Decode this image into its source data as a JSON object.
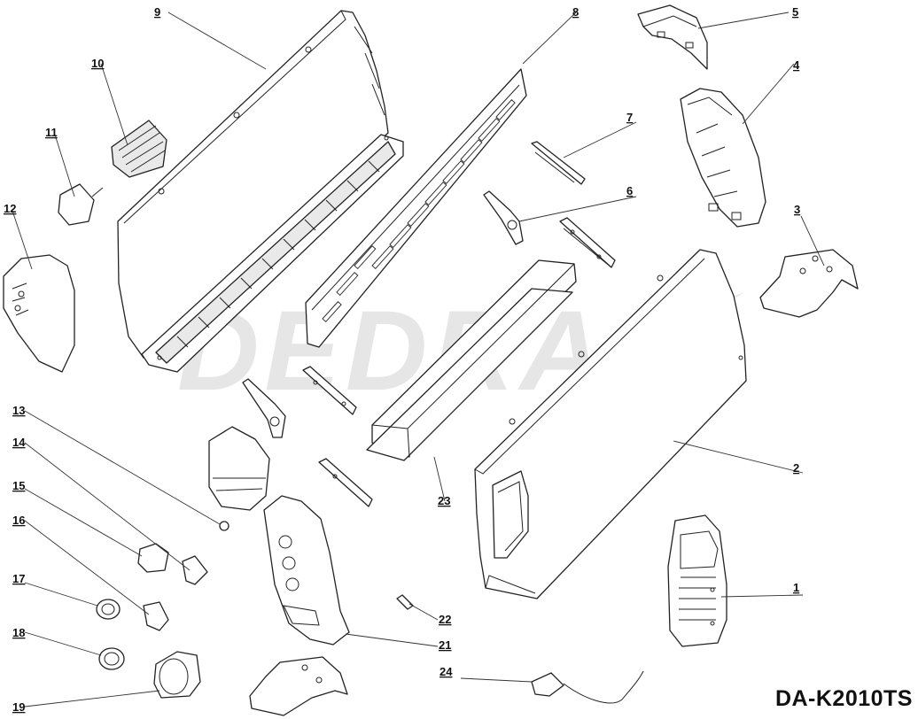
{
  "diagram": {
    "model_code": "DA-K2010TS",
    "watermark_brand": "DEDRA",
    "part_numbers": [
      "1",
      "2",
      "3",
      "4",
      "5",
      "6",
      "7",
      "8",
      "9",
      "10",
      "11",
      "12",
      "13",
      "14",
      "15",
      "16",
      "17",
      "18",
      "19",
      "21",
      "22",
      "23",
      "24"
    ]
  }
}
